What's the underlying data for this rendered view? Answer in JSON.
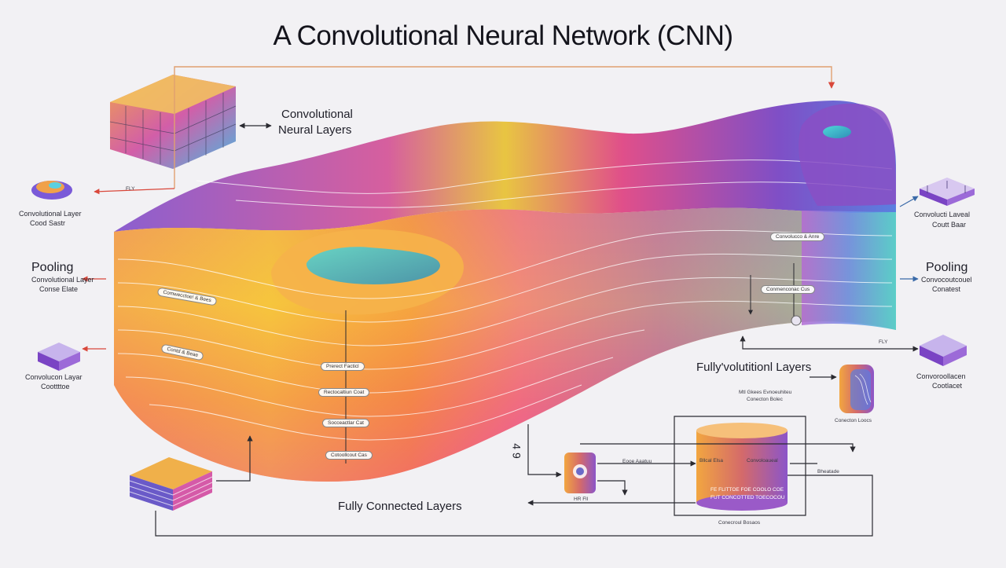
{
  "title": "A Convolutional Neural Network (CNN)",
  "labels": {
    "conv_neural_layers_line1": "Convolutional",
    "conv_neural_layers_line2": "Neural Layers",
    "left_top_small_1": "Convolutional Layer",
    "left_top_small_2": "Cood Sastr",
    "left_pooling": "Pooling",
    "left_pooling_sub1": "Convolutional Layer",
    "left_pooling_sub2": "Conse Elate",
    "left_bottom_small_1": "Convolucon Layar",
    "left_bottom_small_2": "Coottttoe",
    "right_top_small_1": "Convolucti Laveal",
    "right_top_small_2": "Coutt Baar",
    "right_pooling": "Pooling",
    "right_pooling_sub1": "Convocoutcouel",
    "right_pooling_sub2": "Conatest",
    "right_bottom_small_1": "Convoroollacen",
    "right_bottom_small_2": "Cootlacet",
    "fully_volutional": "Fully'volutitionl Layers",
    "fully_volutional_sub1": "Mtl Gkees Evnoeuhiteu",
    "fully_volutional_sub2": "Conecton Bolec",
    "conecton_label": "Conecton Loocs",
    "fully_connected": "Fully Connected Layers",
    "small_fr": "FLY",
    "small_fr2": "FLY",
    "glyph_49": "4 9",
    "ecce_label": "Eooe Aaatuu",
    "hr_label": "HR Fll",
    "cyl_top": "Bllcal Elsa",
    "cyl_top2": "Convoloaueal",
    "cyl_mid1": "FE FLITTOE FOE COOLO COE",
    "cyl_mid2": "FUT CONCOTTED TOECOCOU",
    "cyl_bottom": "Conecroul Bosaos",
    "right_small": "Bheatade",
    "band_pills": [
      "Convolucco & Anre",
      "Comwecctoe! & Bees",
      "Prerect Facticl",
      "Rectocaltiun Coat",
      "Socceactlar Cat",
      "Cotoollcout Cas",
      "Contd & Beae",
      "Conmenconac Cus"
    ]
  },
  "colors": {
    "background": "#f2f1f4",
    "line": "#2a2a30",
    "arrow_orange": "#e0a070",
    "arrow_red": "#d9473a",
    "arrow_blue": "#3a6aa8"
  }
}
